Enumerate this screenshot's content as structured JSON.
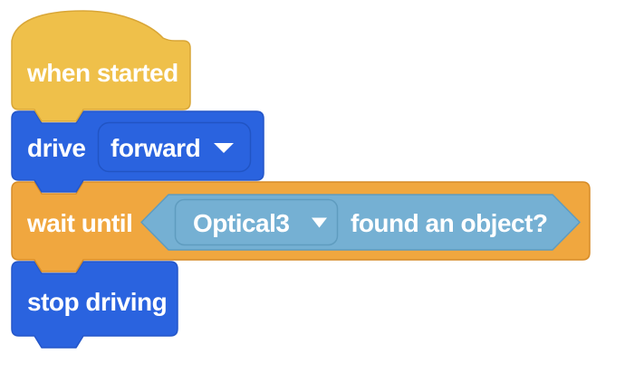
{
  "canvas": {
    "background": "#FFFFFF"
  },
  "colors": {
    "events_yellow": "#EFC04A",
    "events_yellow_border": "#D9A637",
    "drivetrain_blue": "#2A63DF",
    "drivetrain_blue_border": "#2456C8",
    "dropdown_outline_blue": "#2154C4",
    "control_orange": "#F0A73F",
    "control_orange_border": "#D68C28",
    "sensing_lightblue": "#75B0D3",
    "sensing_lightblue_border": "#5F9CBF",
    "label_text": "#FFFFFF"
  },
  "icons": {
    "dropdown_arrow": "▾"
  },
  "blocks": {
    "when_started": {
      "label": "when started"
    },
    "drive": {
      "label": "drive",
      "direction_dropdown": {
        "value": "forward"
      }
    },
    "wait_until": {
      "label": "wait until",
      "condition": {
        "device_dropdown": {
          "value": "Optical3"
        },
        "label": "found an object?"
      }
    },
    "stop_driving": {
      "label": "stop driving"
    }
  }
}
